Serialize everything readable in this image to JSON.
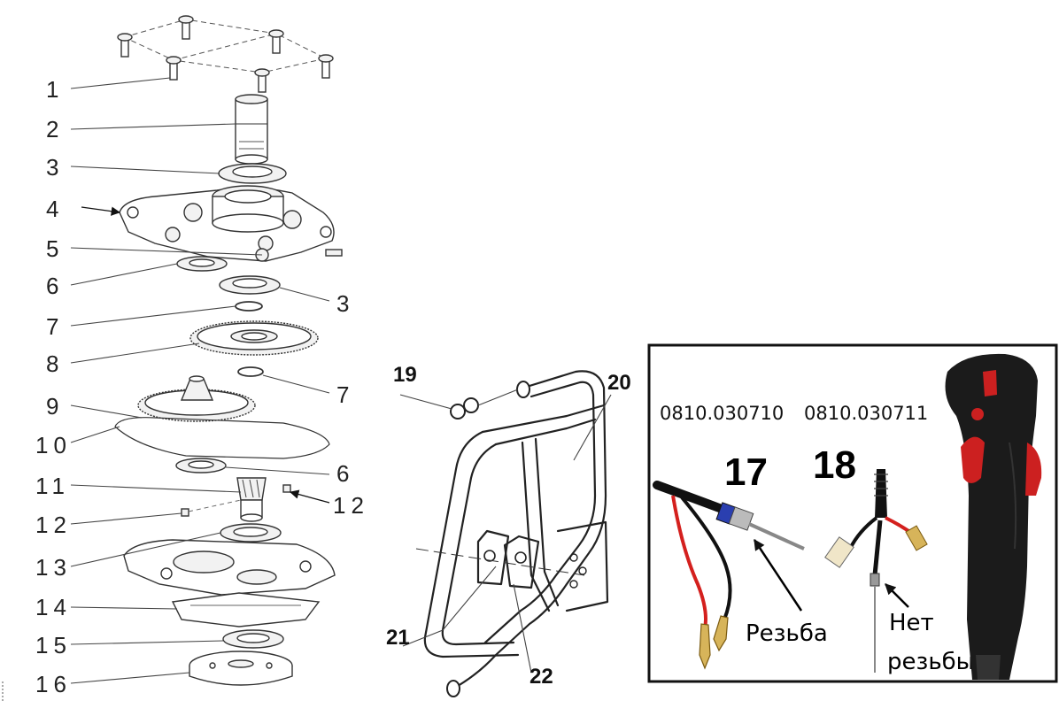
{
  "exploded_view": {
    "labels": [
      "1",
      "2",
      "3",
      "4",
      "5",
      "6",
      "3",
      "7",
      "8",
      "7",
      "9",
      "10",
      "6",
      "11",
      "12",
      "12",
      "13",
      "14",
      "15",
      "16"
    ]
  },
  "frame_view": {
    "labels": [
      "19",
      "20",
      "21",
      "22"
    ]
  },
  "handle_inset": {
    "code_17": "0810.030710",
    "code_18": "0810.030711",
    "num_17": "17",
    "num_18": "18",
    "note_17": "Резьба",
    "note_18_line1": "Нет",
    "note_18_line2": "резьбы"
  }
}
